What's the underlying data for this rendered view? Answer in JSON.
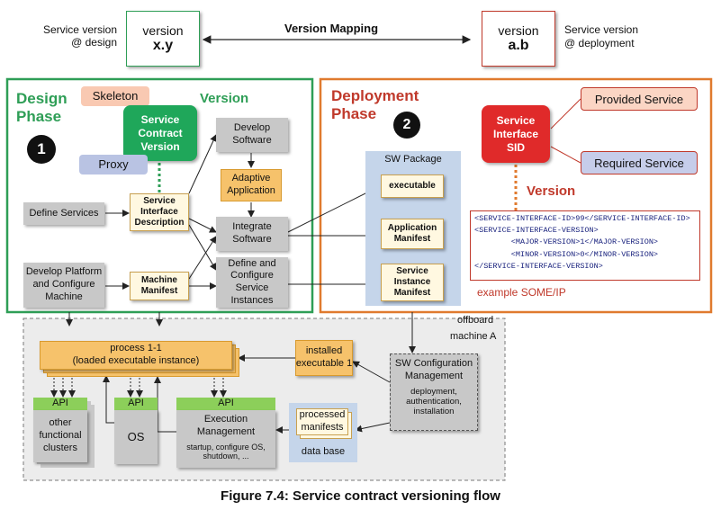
{
  "header": {
    "design_label": "Service version\n@ design",
    "version_design_top": "version",
    "version_design_bottom": "x.y",
    "mapping_label": "Version Mapping",
    "version_deploy_top": "version",
    "version_deploy_bottom": "a.b",
    "deploy_label": "Service version\n@ deployment"
  },
  "design": {
    "title": "Design\nPhase",
    "number": "1",
    "skeleton": "Skeleton",
    "version_label": "Version",
    "contract": "Service\nContract\nVersion",
    "proxy": "Proxy",
    "develop_software": "Develop\nSoftware",
    "adaptive_application": "Adaptive\nApplication",
    "define_services": "Define Services",
    "service_interface_description": "Service\nInterface\nDescription",
    "integrate_software": "Integrate\nSoftware",
    "develop_platform": "Develop Platform\nand Configure\nMachine",
    "machine_manifest": "Machine\nManifest",
    "define_configure": "Define and\nConfigure\nService\nInstances"
  },
  "deployment": {
    "title": "Deployment\nPhase",
    "number": "2",
    "sw_package": "SW Package",
    "executable": "executable",
    "application_manifest": "Application\nManifest",
    "service_instance_manifest": "Service\nInstance\nManifest",
    "service_interface_sid": "Service\nInterface\nSID",
    "provided_service": "Provided Service",
    "required_service": "Required Service",
    "version_label": "Version",
    "xml_lines": [
      "<SERVICE-INTERFACE-ID>99</SERVICE-INTERFACE-ID>",
      "<SERVICE-INTERFACE-VERSION>",
      "        <MAJOR-VERSION>1</MAJOR-VERSION>",
      "        <MINOR-VERSION>0</MINOR-VERSION>",
      "</SERVICE-INTERFACE-VERSION>"
    ],
    "example": "example SOME/IP"
  },
  "machine": {
    "offboard": "offboard",
    "machine_label": "machine A",
    "process": "process 1-1\n(loaded executable instance)",
    "installed": "installed\nexecutable 1",
    "sw_config_title": "SW Configuration\nManagement",
    "sw_config_detail": "deployment,\nauthentication,\ninstallation",
    "api1": "API",
    "other_clusters": "other\nfunctional\nclusters",
    "api2": "API",
    "os": "OS",
    "api3": "API",
    "exec_mgmt": "Execution\nManagement",
    "exec_detail": "startup, configure OS,\nshutdown, ...",
    "processed": "processed\nmanifests",
    "database": "data base"
  },
  "caption": "Figure 7.4: Service contract versioning flow"
}
